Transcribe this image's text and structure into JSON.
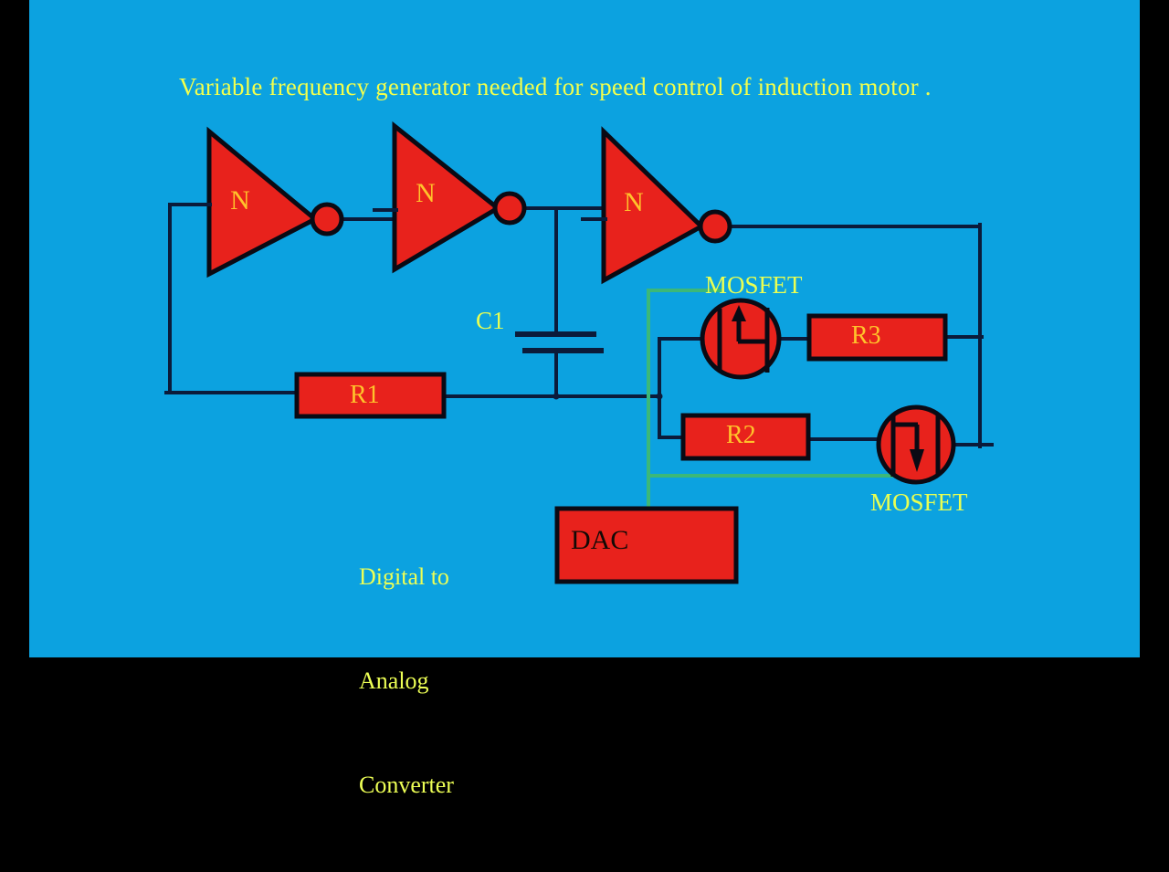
{
  "page": {
    "background_color": "#0CA2E0",
    "letterbox_color": "#000000",
    "title": "Variable frequency generator needed for speed control of induction motor ."
  },
  "colors": {
    "wire": "#0B1B3A",
    "control_wire": "#3CB878",
    "component_fill": "#E8221C",
    "component_stroke": "#0A0A14",
    "label_yellow": "#FFC32B",
    "label_yellowgreen": "#E9FF52",
    "title_yellow": "#F2FF4D",
    "dac_text": "#120A06"
  },
  "inverters": [
    {
      "name": "inverter-1",
      "label": "N"
    },
    {
      "name": "inverter-2",
      "label": "N"
    },
    {
      "name": "inverter-3",
      "label": "N"
    }
  ],
  "resistors": [
    {
      "name": "resistor-r1",
      "label": "R1"
    },
    {
      "name": "resistor-r2",
      "label": "R2"
    },
    {
      "name": "resistor-r3",
      "label": "R3"
    }
  ],
  "capacitor": {
    "name": "capacitor-c1",
    "label": "C1"
  },
  "mosfets": [
    {
      "name": "mosfet-top",
      "label": "MOSFET",
      "arrow": "up"
    },
    {
      "name": "mosfet-bottom",
      "label": "MOSFET",
      "arrow": "down"
    }
  ],
  "dac": {
    "box_label": "DAC",
    "caption_line1": "Digital to",
    "caption_line2": "Analog",
    "caption_line3": "Converter"
  }
}
